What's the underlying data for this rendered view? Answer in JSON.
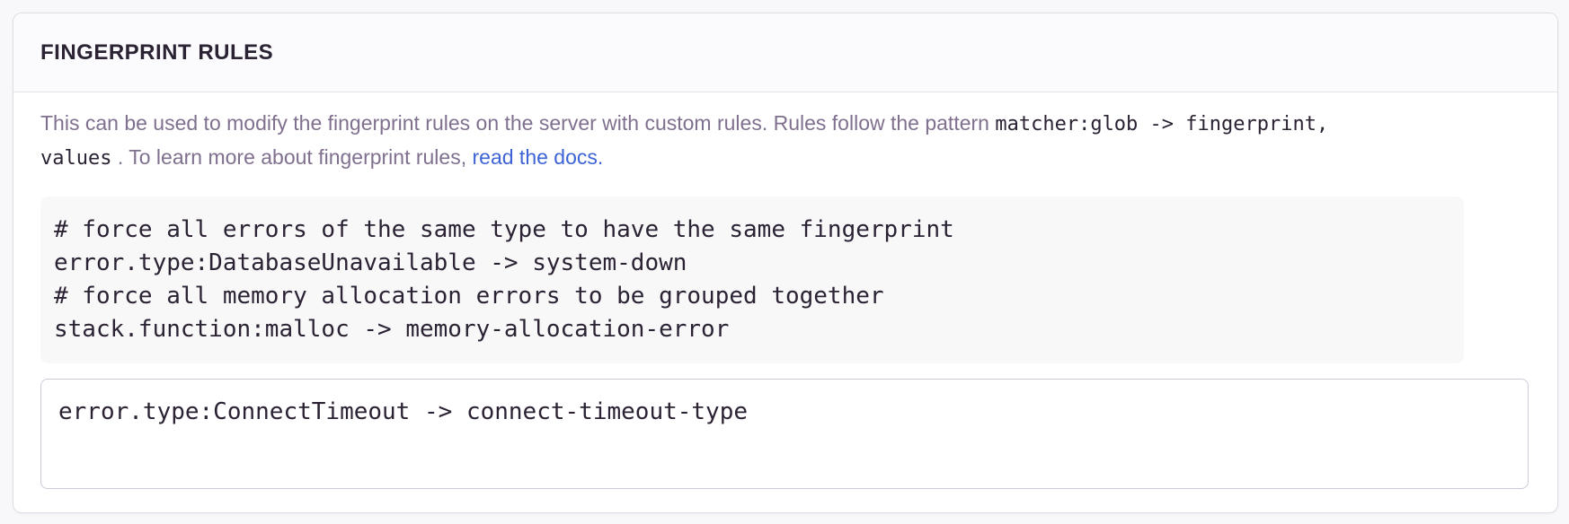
{
  "panel": {
    "title": "FINGERPRINT RULES",
    "description": {
      "intro": "This can be used to modify the fingerprint rules on the server with custom rules. Rules follow the pattern ",
      "pattern_code_part1": "matcher:glob -> fingerprint,",
      "pattern_code_part2": "values",
      "middle": " . To learn more about fingerprint rules, ",
      "link_label": "read the docs."
    },
    "example_block": {
      "lines": [
        "# force all errors of the same type to have the same fingerprint",
        "error.type:DatabaseUnavailable -> system-down",
        "# force all memory allocation errors to be grouped together",
        "stack.function:malloc -> memory-allocation-error"
      ]
    },
    "rules_input": {
      "value": "error.type:ConnectTimeout -> connect-timeout-type"
    }
  },
  "colors": {
    "page_background": "#f8f7fa",
    "panel_border": "#e0dce5",
    "panel_header_background": "#fbfafc",
    "heading_text": "#2b2233",
    "body_text": "#80708f",
    "code_text": "#2b2233",
    "code_block_background": "#f8f8f9",
    "link": "#3e64d5",
    "textarea_border": "#d0cad8"
  }
}
